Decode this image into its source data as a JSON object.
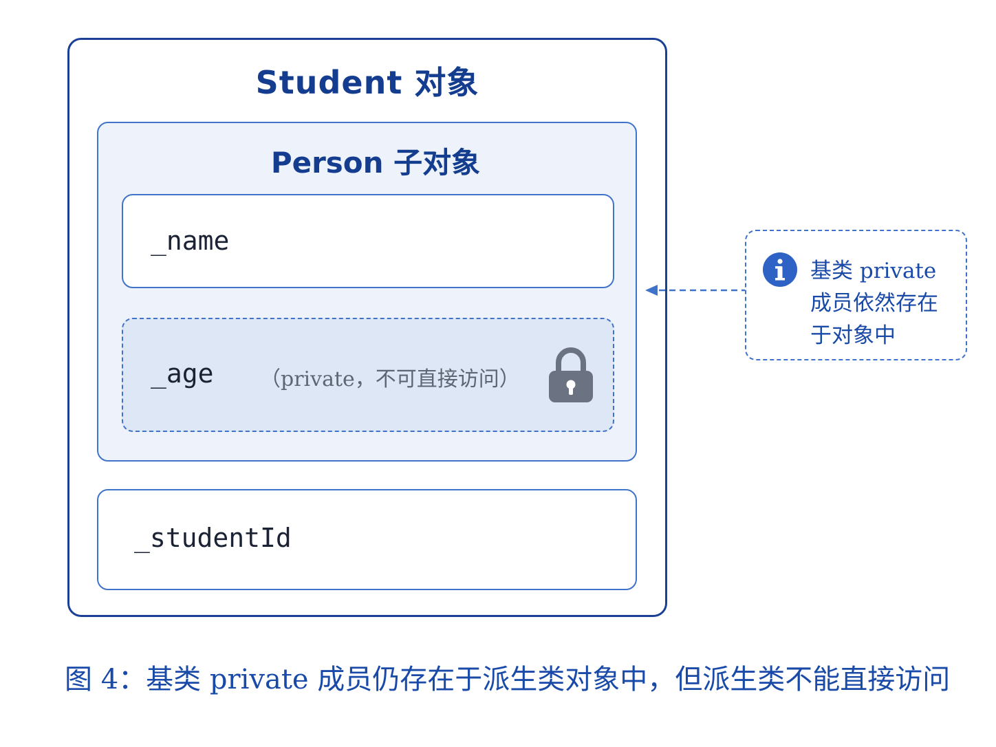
{
  "diagram": {
    "student_title": "Student 对象",
    "person_title": "Person 子对象",
    "fields": {
      "name": "_name",
      "age": "_age",
      "age_note": "（private，不可直接访问）",
      "student_id": "_studentId"
    },
    "callout": {
      "line1": "基类 private",
      "line2": "成员依然存在",
      "line3": "于对象中"
    },
    "caption": "图 4：基类 private 成员仍存在于派生类对象中，但派生类不能直接访问"
  },
  "icons": {
    "lock": "lock-icon",
    "info": "info-icon",
    "arrow": "arrow-left-icon"
  },
  "colors": {
    "primary": "#143c8f",
    "accent": "#3f72c9",
    "private_fill": "#dde7f5",
    "lock": "#6b7382"
  }
}
